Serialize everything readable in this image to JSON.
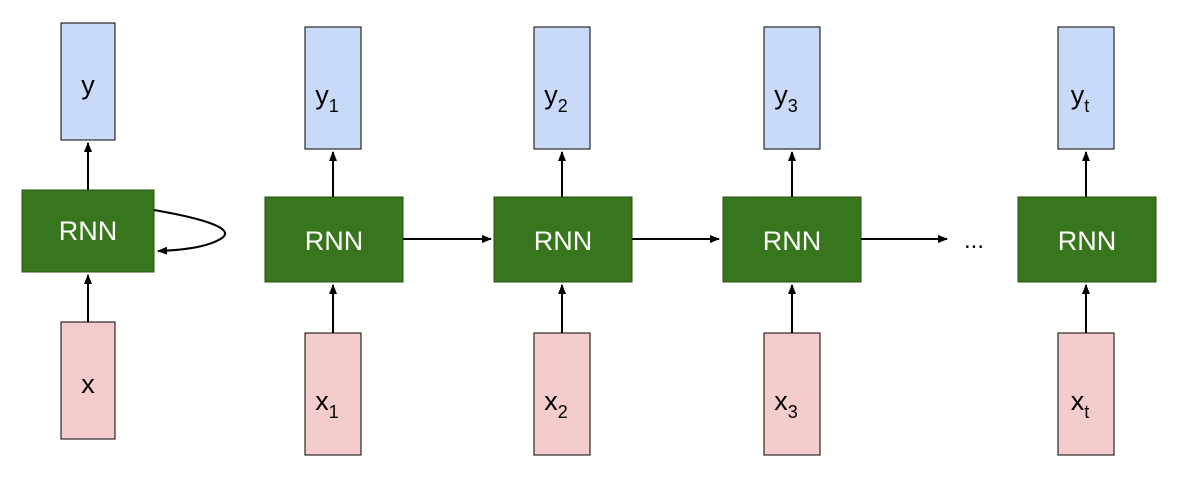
{
  "folded": {
    "cell_label": "RNN",
    "output": {
      "base": "y",
      "sub": ""
    },
    "input": {
      "base": "x",
      "sub": ""
    }
  },
  "unrolled": [
    {
      "cell_label": "RNN",
      "output": {
        "base": "y",
        "sub": "1"
      },
      "input": {
        "base": "x",
        "sub": "1"
      }
    },
    {
      "cell_label": "RNN",
      "output": {
        "base": "y",
        "sub": "2"
      },
      "input": {
        "base": "x",
        "sub": "2"
      }
    },
    {
      "cell_label": "RNN",
      "output": {
        "base": "y",
        "sub": "3"
      },
      "input": {
        "base": "x",
        "sub": "3"
      }
    },
    {
      "cell_label": "RNN",
      "output": {
        "base": "y",
        "sub": "t"
      },
      "input": {
        "base": "x",
        "sub": "t"
      }
    }
  ],
  "ellipsis": "...",
  "colors": {
    "rnn_fill": "#38761d",
    "output_fill": "#c9daf8",
    "input_fill": "#f4cccc",
    "rnn_text": "#ffffff"
  }
}
